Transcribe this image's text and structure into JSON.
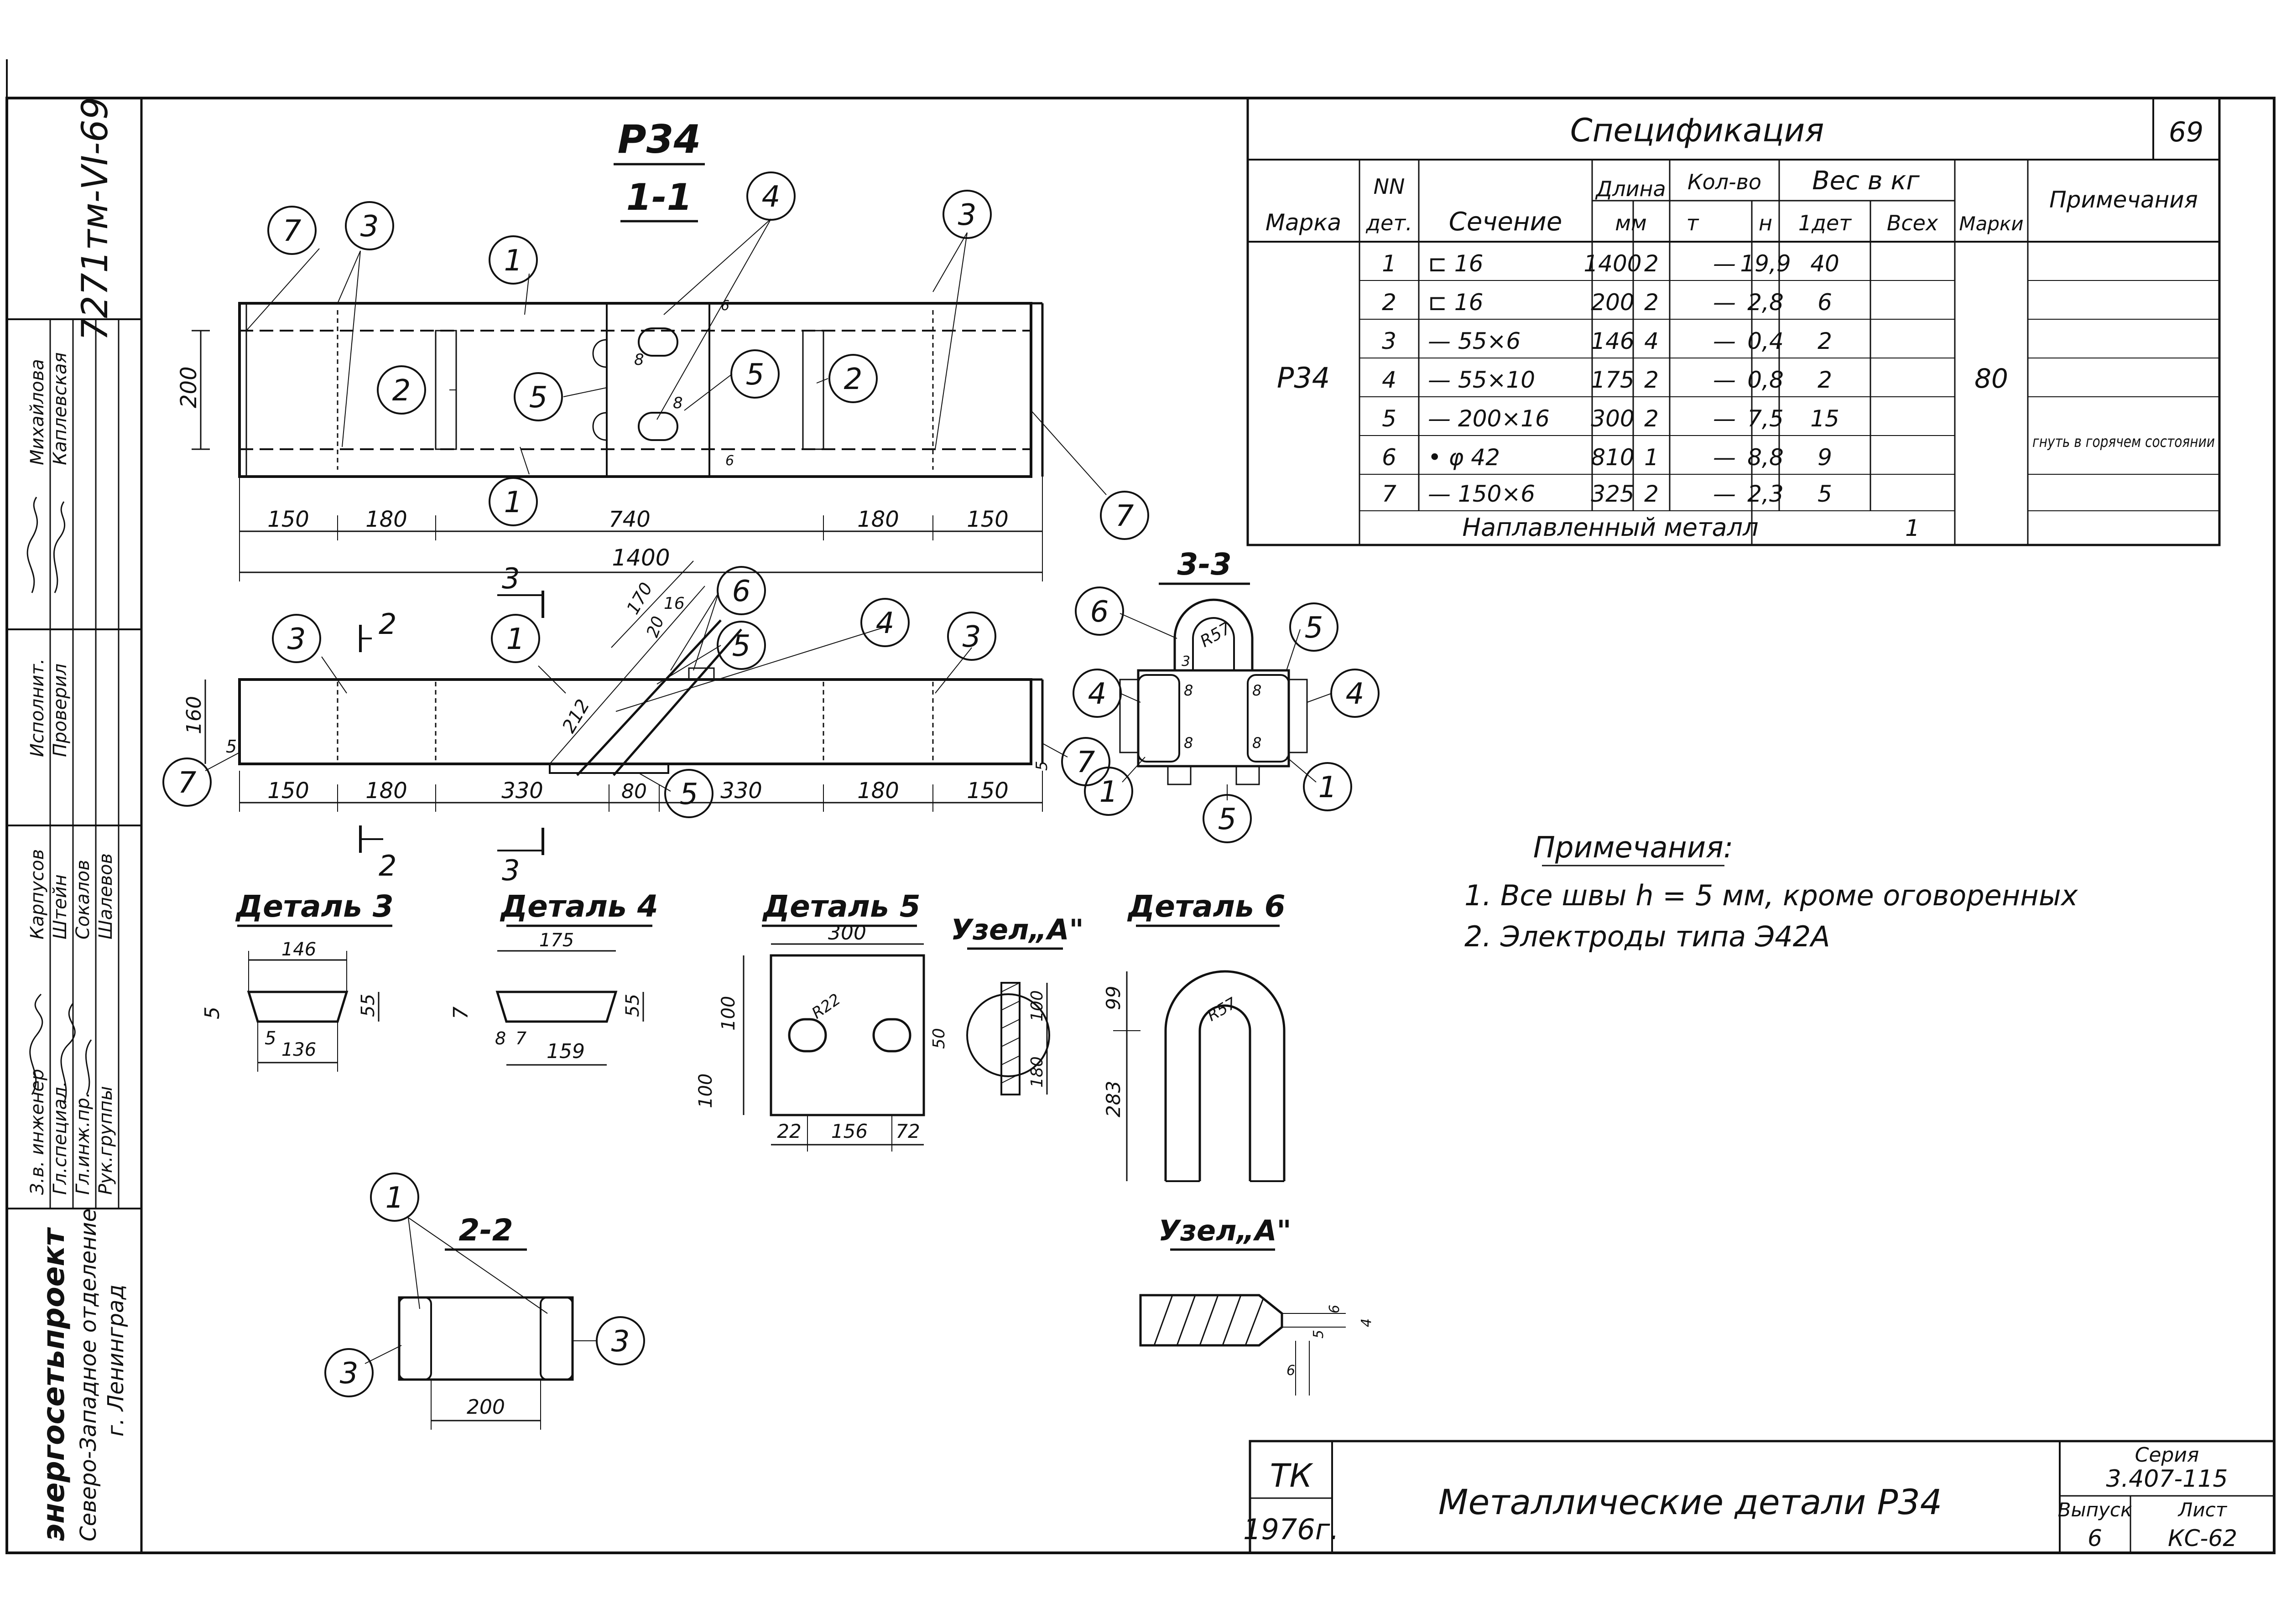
{
  "sheet": {
    "code": "7271тм-VI-69",
    "sheet_no": "69",
    "stamp_org": "энергосетьпроект",
    "stamp_branch": "Северо-Западное отделение",
    "stamp_city": "г. Ленинград"
  },
  "side_stamp": {
    "roles": [
      "З.в. инженер",
      "Гл.специал.",
      "Гл.инж.пр.",
      "Рук.группы",
      "Исполнит.",
      "Проверил"
    ],
    "names": [
      "Карпусов",
      "Штейн",
      "Сокалов",
      "Шалевов",
      "Михайлова",
      "Каплевская"
    ]
  },
  "main_view": {
    "mark": "Р34",
    "section": "1-1",
    "dims_top": [
      "150",
      "180",
      "740",
      "180",
      "150"
    ],
    "overall": "1400",
    "height": "200",
    "weld_8": "8",
    "weld_6": "6"
  },
  "side_view": {
    "dims": [
      "150",
      "180",
      "330",
      "80",
      "330",
      "180",
      "150"
    ],
    "height": "160",
    "small_5": "5",
    "d212": "212",
    "d170": "170",
    "d20": "20",
    "d16": "16",
    "cut2": "2",
    "cut3": "3"
  },
  "section33": {
    "title": "3-3",
    "radius": "R57",
    "w3": "3",
    "w8": "8"
  },
  "section22": {
    "title": "2-2",
    "width": "200"
  },
  "detail3": {
    "title": "Деталь 3",
    "top": "146",
    "bottom": "136",
    "h": "55",
    "t": "5",
    "t2": "5"
  },
  "detail4": {
    "title": "Деталь 4",
    "top": "175",
    "bottom": "159",
    "h": "55",
    "t": "7",
    "a": "8",
    "b": "7"
  },
  "detail5": {
    "title": "Деталь 5",
    "width": "300",
    "h1": "100",
    "h2": "100",
    "r": "R22",
    "slot": "50",
    "b1": "22",
    "b2": "156",
    "b3": "72"
  },
  "node_a_small": {
    "title": "Узел„А\"",
    "d1": "100",
    "d2": "180"
  },
  "detail6": {
    "title": "Деталь 6",
    "r": "R57",
    "h1": "99",
    "h2": "283"
  },
  "node_a": {
    "title": "Узел„А\"",
    "d1": "6",
    "d2": "4",
    "d3": "5",
    "d4": "6"
  },
  "callouts": [
    "1",
    "2",
    "3",
    "4",
    "5",
    "6",
    "7"
  ],
  "spec": {
    "title": "Спецификация",
    "headers": {
      "mark": "Марка",
      "nn1": "NN",
      "nn2": "дет.",
      "section": "Сечение",
      "len1": "Длина",
      "len2": "мм",
      "qty": "Кол-во",
      "qt": "т",
      "qn": "н",
      "weight": "Вес в кг",
      "w1": "1дет",
      "wall": "Всех",
      "wmark": "Марки",
      "notes": "Примечания"
    },
    "mark": "Р34",
    "mark_weight": "80",
    "rows": [
      {
        "n": "1",
        "section": "⊏ 16",
        "length": "1400",
        "qt": "2",
        "qn": "—",
        "w1": "19,9",
        "wall": "40",
        "note": ""
      },
      {
        "n": "2",
        "section": "⊏ 16",
        "length": "200",
        "qt": "2",
        "qn": "—",
        "w1": "2,8",
        "wall": "6",
        "note": ""
      },
      {
        "n": "3",
        "section": "— 55×6",
        "length": "146",
        "qt": "4",
        "qn": "—",
        "w1": "0,4",
        "wall": "2",
        "note": ""
      },
      {
        "n": "4",
        "section": "— 55×10",
        "length": "175",
        "qt": "2",
        "qn": "—",
        "w1": "0,8",
        "wall": "2",
        "note": ""
      },
      {
        "n": "5",
        "section": "— 200×16",
        "length": "300",
        "qt": "2",
        "qn": "—",
        "w1": "7,5",
        "wall": "15",
        "note": ""
      },
      {
        "n": "6",
        "section": "• φ 42",
        "length": "810",
        "qt": "1",
        "qn": "—",
        "w1": "8,8",
        "wall": "9",
        "note": "гнуть в горячем состоянии"
      },
      {
        "n": "7",
        "section": "— 150×6",
        "length": "325",
        "qt": "2",
        "qn": "—",
        "w1": "2,3",
        "wall": "5",
        "note": ""
      }
    ],
    "weld_label": "Наплавленный металл",
    "weld_weight": "1"
  },
  "notes": {
    "heading": "Примечания:",
    "items": [
      "1. Все швы h = 5 мм, кроме оговоренных",
      "2. Электроды типа Э42А"
    ]
  },
  "title_block": {
    "org": "ТК",
    "year": "1976г.",
    "title": "Металлические детали  Р34",
    "series_label": "Серия",
    "series": "3.407-115",
    "issue_label": "Выпуск",
    "issue": "6",
    "sheet_label": "Лист",
    "sheet": "КС-62"
  }
}
